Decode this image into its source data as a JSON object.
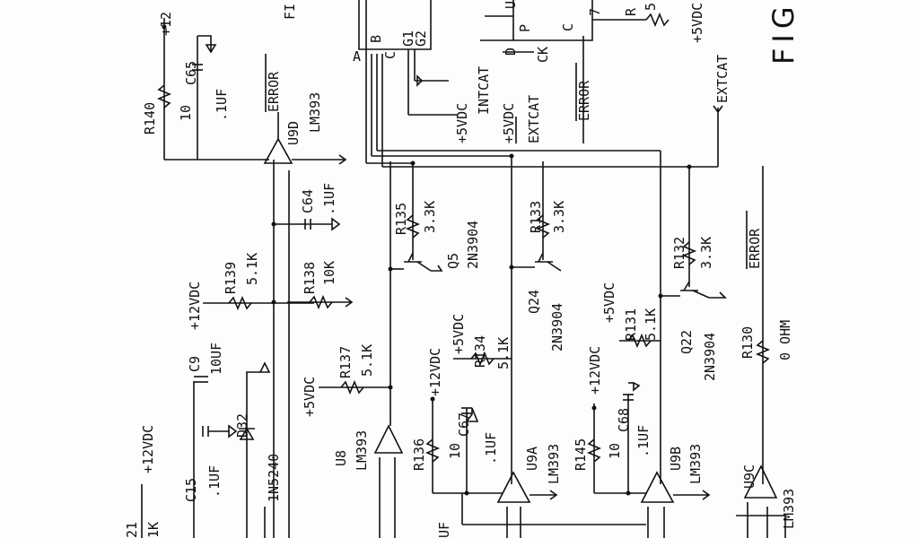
{
  "figure": {
    "fig_label": "FIG",
    "fig_label_cut": "FI"
  },
  "components": {
    "r140": {
      "ref": "R140",
      "value": "10"
    },
    "c65": {
      "ref": "C65",
      "value": ".1UF"
    },
    "u9d": {
      "ref": "U9D",
      "part": "LM393",
      "out": "ERROR"
    },
    "c64": {
      "ref": "C64",
      "value": ".1UF"
    },
    "r139": {
      "ref": "R139",
      "value": "5.1K"
    },
    "r138": {
      "ref": "R138",
      "value": "10K"
    },
    "c9": {
      "ref": "C9",
      "value": "10UF"
    },
    "c15": {
      "ref": "C15",
      "value": ".1UF"
    },
    "d32": {
      "ref": "D32",
      "part": "1N5240"
    },
    "r137": {
      "ref": "R137",
      "value": "5.1K"
    },
    "u8": {
      "ref": "U8",
      "part": "LM393"
    },
    "r135": {
      "ref": "R135",
      "value": "3.3K"
    },
    "q5": {
      "ref": "Q5",
      "part": "2N3904"
    },
    "r136": {
      "ref": "R136",
      "value": "10"
    },
    "c67": {
      "ref": "C67",
      "value": ".1UF"
    },
    "u9a": {
      "ref": "U9A",
      "part": "LM393"
    },
    "r134": {
      "ref": "R134",
      "value": "5.1K"
    },
    "r133": {
      "ref": "R133",
      "value": "3.3K"
    },
    "q24": {
      "ref": "Q24",
      "part": "2N3904"
    },
    "r145": {
      "ref": "R145",
      "value": "10"
    },
    "c68": {
      "ref": "C68",
      "value": ".1UF"
    },
    "u9b": {
      "ref": "U9B",
      "part": "LM393"
    },
    "r131": {
      "ref": "R131",
      "value": "5.1K"
    },
    "q22": {
      "ref": "Q22",
      "part": "2N3904"
    },
    "r132": {
      "ref": "R132",
      "value": "3.3K"
    },
    "r130": {
      "ref": "R130",
      "value": "0 OHM"
    },
    "u9c": {
      "ref": "U9C",
      "part": "LM393"
    },
    "r121": {
      "ref": "21",
      "value": "1K"
    }
  },
  "nets": {
    "v12": "+12VDC",
    "v5": "+5VDC",
    "error": "ERROR",
    "intcat": "INTCAT",
    "extcat": "EXTCAT",
    "v12_cut": "+12",
    "v5_cut": "+5VDC",
    "uf_cut": "UF"
  },
  "pins": {
    "a": "A",
    "b": "B",
    "c": "C",
    "g1": "G1",
    "g2": "G2",
    "d": "D",
    "p": "P",
    "ck": "CK",
    "c2": "C",
    "u_cut": "U",
    "seven": "7",
    "r_cut": "R",
    "five": "5"
  }
}
